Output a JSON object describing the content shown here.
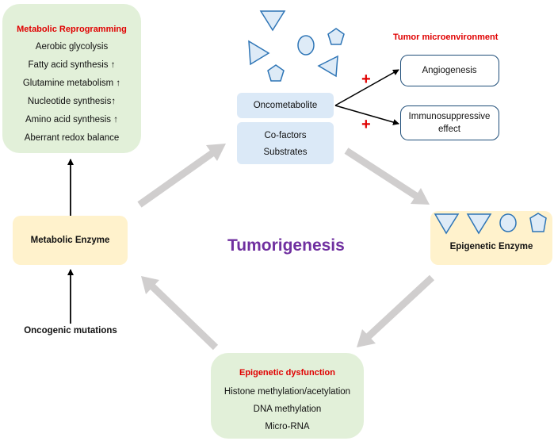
{
  "center_title": "Tumorigenesis",
  "metabolic_reprogramming": {
    "title": "Metabolic Reprogramming",
    "items": [
      "Aerobic glycolysis",
      "Fatty acid synthesis ↑",
      "Glutamine metabolism ↑",
      "Nucleotide synthesis↑",
      "Amino acid synthesis ↑",
      "Aberrant redox balance"
    ]
  },
  "metabolic_enzyme": "Metabolic Enzyme",
  "oncogenic_mutations": "Oncogenic mutations",
  "oncometabolite": "Oncometabolite",
  "cofactors": [
    "Co-factors",
    "Substrates"
  ],
  "tumor_microenvironment": {
    "title": "Tumor microenvironment",
    "angiogenesis": "Angiogenesis",
    "immunosuppressive": [
      "Immunosuppressive",
      "effect"
    ],
    "plus_sign": "+"
  },
  "epigenetic_enzyme": "Epigenetic Enzyme",
  "epigenetic_dysfunction": {
    "title": "Epigenetic dysfunction",
    "items": [
      "Histone methylation/acetylation",
      "DNA methylation",
      "Micro-RNA"
    ]
  },
  "colors": {
    "green_box": "#e2f0d9",
    "yellow_box": "#fff2cc",
    "blue_box": "#dbe9f7",
    "shape_fill": "#deebf7",
    "shape_stroke": "#2e75b6",
    "red_text": "#e00000",
    "title_purple": "#7030a0",
    "cycle_arrow": "#d0cece"
  }
}
